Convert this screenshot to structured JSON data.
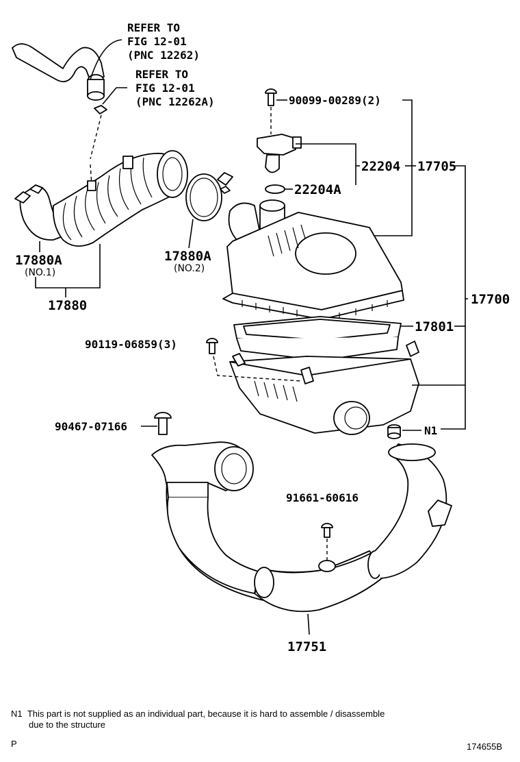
{
  "refs": {
    "ref1": [
      "REFER TO",
      "FIG 12-01",
      "(PNC 12262)"
    ],
    "ref2": [
      "REFER TO",
      "FIG 12-01",
      "(PNC 12262A)"
    ]
  },
  "parts": {
    "p90099": "90099-00289(2)",
    "p22204": "22204",
    "p17705": "17705",
    "p22204A": "22204A",
    "p17880A_1": "17880A",
    "p17880A_1_sub": "(NO.1)",
    "p17880A_2": "17880A",
    "p17880A_2_sub": "(NO.2)",
    "p17880": "17880",
    "p17700": "17700",
    "p17801": "17801",
    "p90119": "90119-06859(3)",
    "p90467": "90467-07166",
    "pN1": "N1",
    "p91661": "91661-60616",
    "p17751": "17751"
  },
  "note": {
    "marker": "N1",
    "line1": "This part is not supplied as an individual part, because it is hard to assemble / disassemble",
    "line2": "due to the structure"
  },
  "footer": {
    "left": "P",
    "right": "174655B"
  }
}
